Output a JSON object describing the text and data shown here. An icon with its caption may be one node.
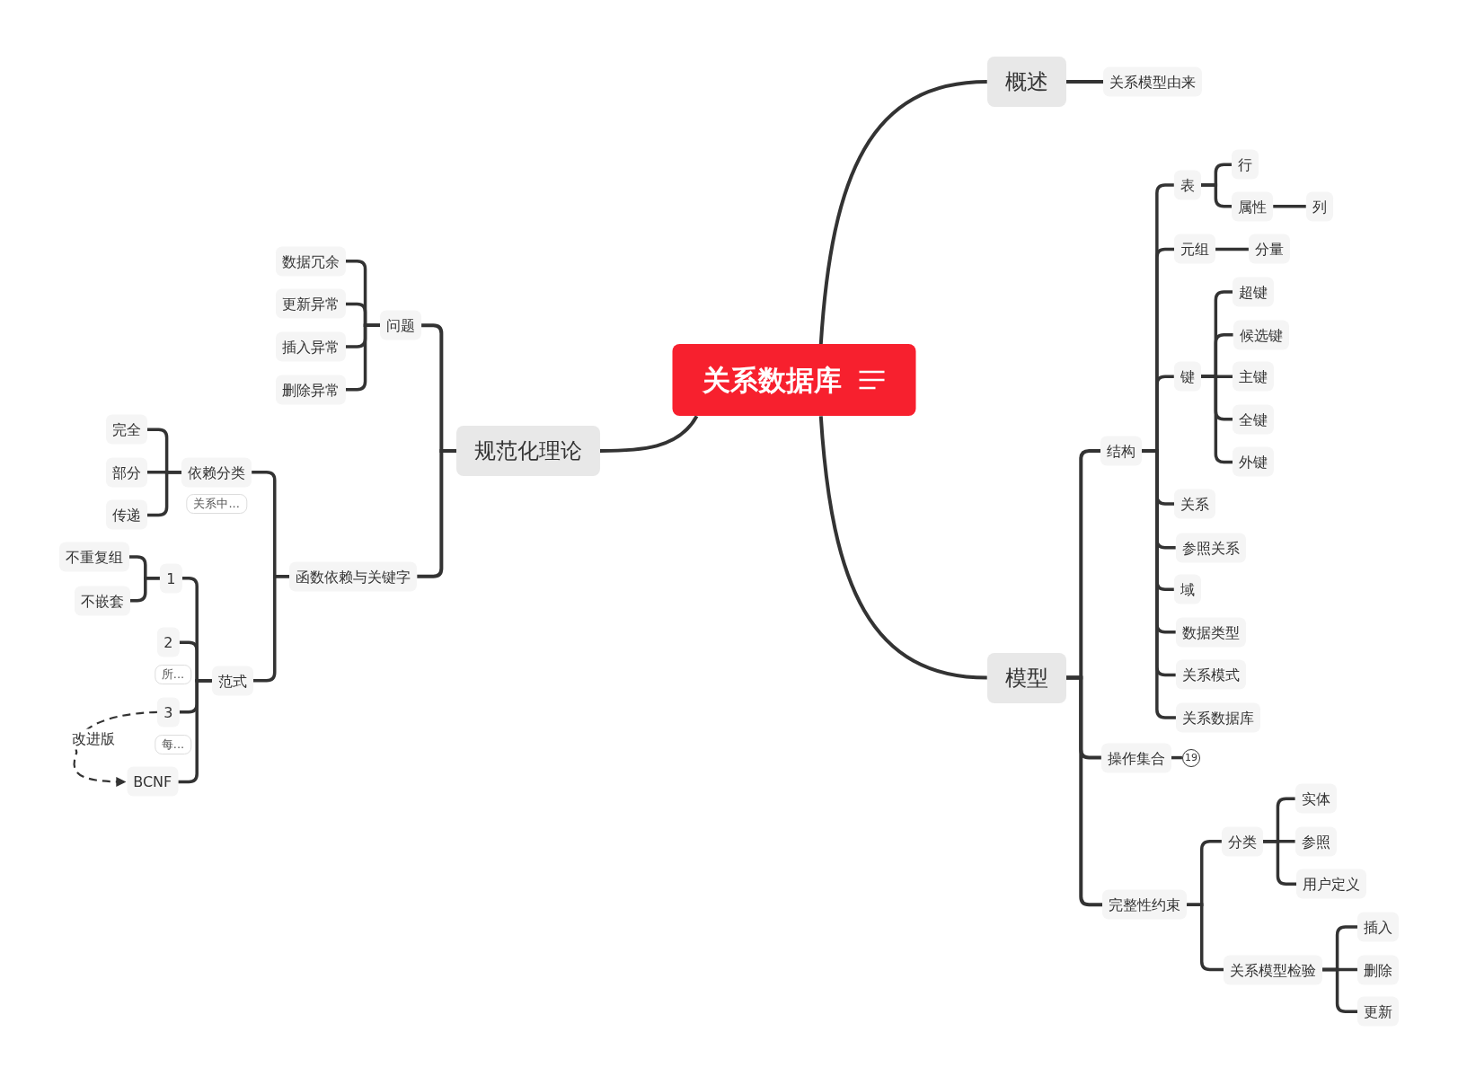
{
  "diagram": {
    "nodes": [
      {
        "text": [
          "关系数据库"
        ]
      },
      {
        "text": [
          "概述"
        ]
      },
      {
        "text": [
          "关系模型由来"
        ]
      },
      {
        "text": [
          "模型"
        ]
      },
      {
        "text": [
          "结构"
        ]
      },
      {
        "text": [
          "表"
        ]
      },
      {
        "text": [
          "行"
        ]
      },
      {
        "text": [
          "属性"
        ]
      },
      {
        "text": [
          "列"
        ]
      },
      {
        "text": [
          "元组"
        ]
      },
      {
        "text": [
          "分量"
        ]
      },
      {
        "text": [
          "键"
        ]
      },
      {
        "text": [
          "超键"
        ]
      },
      {
        "text": [
          "候选键"
        ]
      },
      {
        "text": [
          "主键"
        ]
      },
      {
        "text": [
          "全键"
        ]
      },
      {
        "text": [
          "外键"
        ]
      },
      {
        "text": [
          "关系"
        ]
      },
      {
        "text": [
          "参照关系"
        ]
      },
      {
        "text": [
          "域"
        ]
      },
      {
        "text": [
          "数据类型"
        ]
      },
      {
        "text": [
          "关系模式"
        ]
      },
      {
        "text": [
          "关系数据库"
        ]
      },
      {
        "text": [
          "操作集合"
        ]
      },
      {
        "text": [
          "19"
        ]
      },
      {
        "text": [
          "完整性约束"
        ]
      },
      {
        "text": [
          "分类"
        ]
      },
      {
        "text": [
          "实体"
        ]
      },
      {
        "text": [
          "参照"
        ]
      },
      {
        "text": [
          "用户定义"
        ]
      },
      {
        "text": [
          "关系模型检验"
        ]
      },
      {
        "text": [
          "插入"
        ]
      },
      {
        "text": [
          "删除"
        ]
      },
      {
        "text": [
          "更新"
        ]
      },
      {
        "text": [
          "规范化理论"
        ]
      },
      {
        "text": [
          "问题"
        ]
      },
      {
        "text": [
          "数据冗余"
        ]
      },
      {
        "text": [
          "更新异常"
        ]
      },
      {
        "text": [
          "插入异常"
        ]
      },
      {
        "text": [
          "删除异常"
        ]
      },
      {
        "text": [
          "函数依赖与关键字"
        ]
      },
      {
        "text": [
          "依赖分类"
        ],
        "beside": [
          "关系中..."
        ]
      },
      {
        "text": [
          "完全"
        ]
      },
      {
        "text": [
          "部分"
        ]
      },
      {
        "text": [
          "传递"
        ]
      },
      {
        "text": [
          "范式"
        ]
      },
      {
        "text": [
          "1"
        ]
      },
      {
        "text": [
          "不重复组"
        ]
      },
      {
        "text": [
          "不嵌套"
        ]
      },
      {
        "text": [
          "2"
        ],
        "beside": [
          "所..."
        ]
      },
      {
        "text": [
          "3"
        ],
        "beside": [
          "每..."
        ]
      },
      {
        "text": [
          "BCNF"
        ]
      }
    ],
    "edges": [
      {
        "from": 0,
        "to": 1,
        "arrow": "none"
      },
      {
        "from": 1,
        "to": 2,
        "arrow": "none"
      },
      {
        "from": 0,
        "to": 3,
        "arrow": "none"
      },
      {
        "from": 3,
        "to": 4,
        "arrow": "none"
      },
      {
        "from": 4,
        "to": 5,
        "arrow": "none"
      },
      {
        "from": 5,
        "to": 6,
        "arrow": "none"
      },
      {
        "from": 5,
        "to": 7,
        "arrow": "none"
      },
      {
        "from": 7,
        "to": 8,
        "arrow": "none"
      },
      {
        "from": 4,
        "to": 9,
        "arrow": "none"
      },
      {
        "from": 9,
        "to": 10,
        "arrow": "none"
      },
      {
        "from": 4,
        "to": 11,
        "arrow": "none"
      },
      {
        "from": 11,
        "to": 12,
        "arrow": "none"
      },
      {
        "from": 11,
        "to": 13,
        "arrow": "none"
      },
      {
        "from": 11,
        "to": 14,
        "arrow": "none"
      },
      {
        "from": 11,
        "to": 15,
        "arrow": "none"
      },
      {
        "from": 11,
        "to": 16,
        "arrow": "none"
      },
      {
        "from": 4,
        "to": 17,
        "arrow": "none"
      },
      {
        "from": 4,
        "to": 18,
        "arrow": "none"
      },
      {
        "from": 4,
        "to": 19,
        "arrow": "none"
      },
      {
        "from": 4,
        "to": 20,
        "arrow": "none"
      },
      {
        "from": 4,
        "to": 21,
        "arrow": "none"
      },
      {
        "from": 4,
        "to": 22,
        "arrow": "none"
      },
      {
        "from": 3,
        "to": 23,
        "arrow": "none"
      },
      {
        "from": 23,
        "to": 24,
        "arrow": "none"
      },
      {
        "from": 3,
        "to": 25,
        "arrow": "none"
      },
      {
        "from": 25,
        "to": 26,
        "arrow": "none"
      },
      {
        "from": 26,
        "to": 27,
        "arrow": "none"
      },
      {
        "from": 26,
        "to": 28,
        "arrow": "none"
      },
      {
        "from": 26,
        "to": 29,
        "arrow": "none"
      },
      {
        "from": 25,
        "to": 30,
        "arrow": "none"
      },
      {
        "from": 30,
        "to": 31,
        "arrow": "none"
      },
      {
        "from": 30,
        "to": 32,
        "arrow": "none"
      },
      {
        "from": 30,
        "to": 33,
        "arrow": "none"
      },
      {
        "from": 0,
        "to": 34,
        "arrow": "none"
      },
      {
        "from": 34,
        "to": 35,
        "arrow": "none"
      },
      {
        "from": 35,
        "to": 36,
        "arrow": "none"
      },
      {
        "from": 35,
        "to": 37,
        "arrow": "none"
      },
      {
        "from": 35,
        "to": 38,
        "arrow": "none"
      },
      {
        "from": 35,
        "to": 39,
        "arrow": "none"
      },
      {
        "from": 34,
        "to": 40,
        "arrow": "none"
      },
      {
        "from": 40,
        "to": 41,
        "arrow": "none"
      },
      {
        "from": 41,
        "to": 42,
        "arrow": "none"
      },
      {
        "from": 41,
        "to": 43,
        "arrow": "none"
      },
      {
        "from": 41,
        "to": 44,
        "arrow": "none"
      },
      {
        "from": 40,
        "to": 45,
        "arrow": "none"
      },
      {
        "from": 45,
        "to": 46,
        "arrow": "none"
      },
      {
        "from": 46,
        "to": 47,
        "arrow": "none"
      },
      {
        "from": 46,
        "to": 48,
        "arrow": "none"
      },
      {
        "from": 45,
        "to": 49,
        "arrow": "none"
      },
      {
        "from": 45,
        "to": 50,
        "arrow": "none"
      },
      {
        "from": 45,
        "to": 51,
        "arrow": "none"
      },
      {
        "from": 50,
        "to": 51,
        "arrow": "to",
        "label": "改进版",
        "style": "dashed"
      }
    ]
  }
}
